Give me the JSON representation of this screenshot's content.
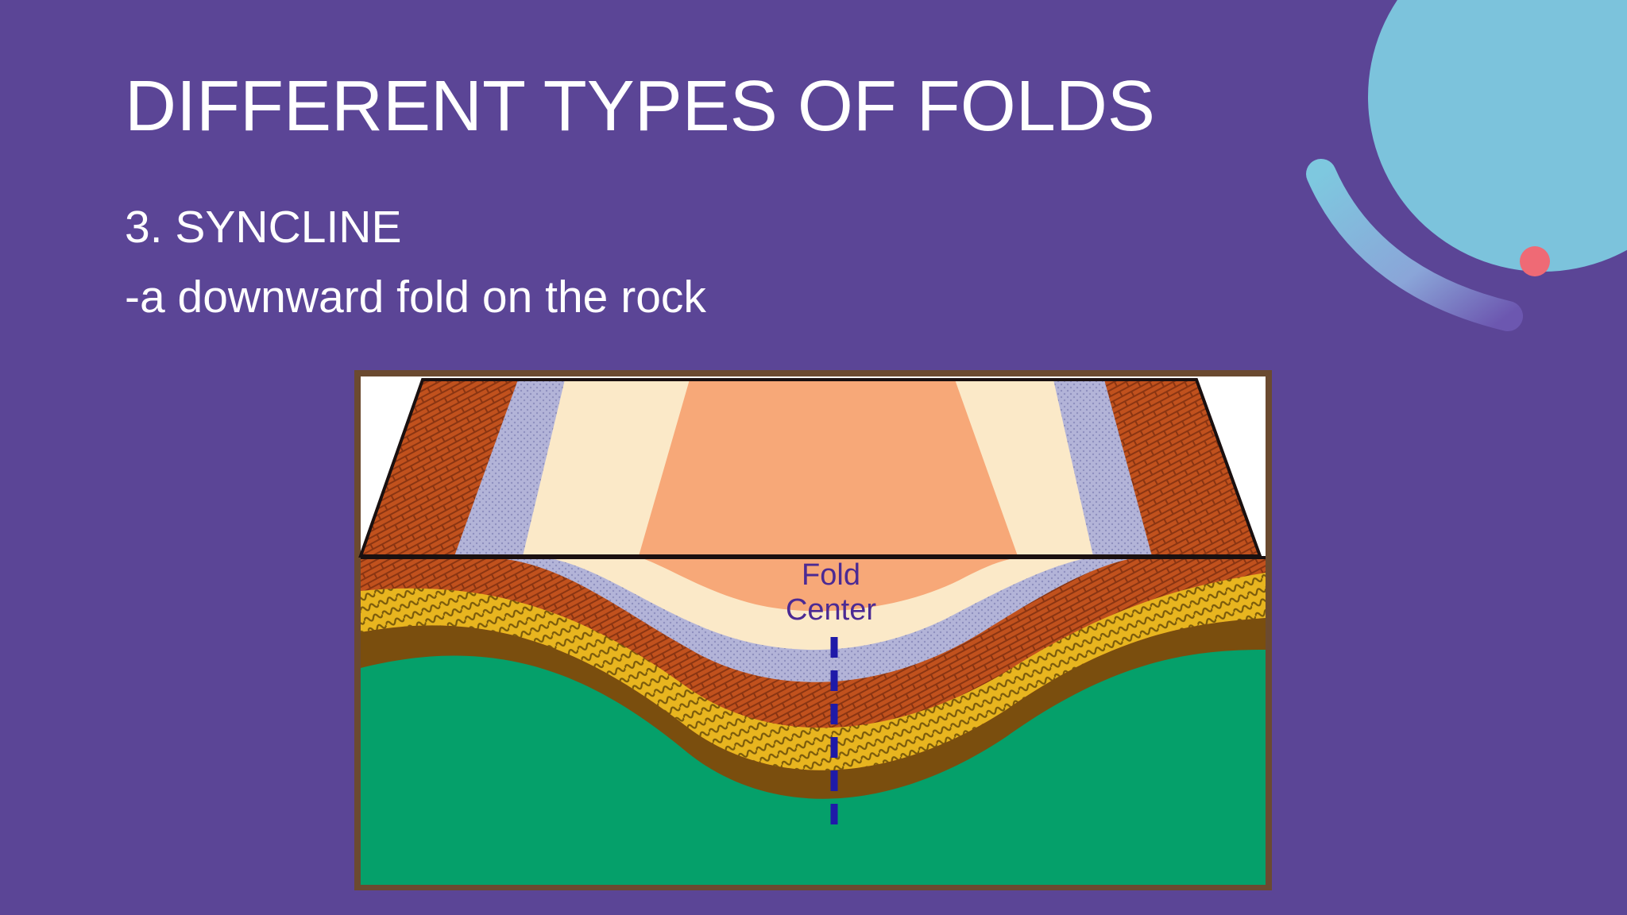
{
  "slide": {
    "title": "DIFFERENT TYPES OF FOLDS",
    "subtitle": "3. SYNCLINE",
    "description": "-a downward fold on the rock"
  },
  "diagram": {
    "label_line1": "Fold",
    "label_line2": "Center"
  },
  "colors": {
    "background": "#5b4596",
    "accent_circle": "#7cc3dc",
    "accent_dot": "#ef6a75",
    "label_text": "#4b2a94",
    "fold_axis": "#1f1aa8"
  }
}
